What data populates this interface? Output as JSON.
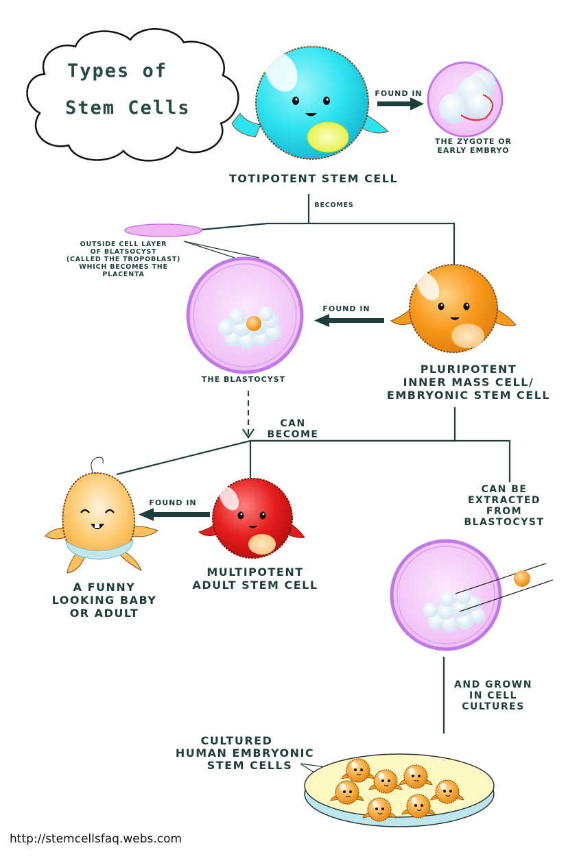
{
  "title": {
    "line1": "Types of",
    "line2": "Stem Cells"
  },
  "labels": {
    "totipotent": "TOTIPOTENT STEM CELL",
    "found_in_1": "FOUND IN",
    "zygote_1": "THE ZYGOTE OR",
    "zygote_2": "EARLY EMBRYO",
    "becomes": "BECOMES",
    "trophoblast_1": "OUTSIDE CELL LAYER",
    "trophoblast_2": "OF BLATSOCYST",
    "trophoblast_3": "(CALLED THE TROPOBLAST)",
    "trophoblast_4": "WHICH BECOMES THE",
    "trophoblast_5": "PLACENTA",
    "found_in_2": "FOUND IN",
    "blastocyst": "THE BLASTOCYST",
    "pluripotent_1": "PLURIPOTENT",
    "pluripotent_2": "INNER MASS CELL/",
    "pluripotent_3": "EMBRYONIC STEM CELL",
    "can_become_1": "CAN",
    "can_become_2": "BECOME",
    "found_in_3": "FOUND IN",
    "multipotent_1": "MULTIPOTENT",
    "multipotent_2": "ADULT STEM CELL",
    "baby_1": "A FUNNY",
    "baby_2": "LOOKING BABY",
    "baby_3": "OR ADULT",
    "extracted_1": "CAN BE",
    "extracted_2": "EXTRACTED",
    "extracted_3": "FROM",
    "extracted_4": "BLASTOCYST",
    "grown_1": "AND GROWN",
    "grown_2": "IN CELL",
    "grown_3": "CULTURES",
    "cultured_1": "CULTURED",
    "cultured_2": "HUMAN EMBRYONIC",
    "cultured_3": "STEM CELLS"
  },
  "footer": {
    "url": "http://stemcellsfaq.webs.com"
  },
  "colors": {
    "totipotent": "#2ee3f0",
    "pluripotent": "#f79a1c",
    "multipotent": "#e41d1d",
    "baby": "#fbc05c",
    "blastocyst": "#f3c9f7",
    "blastocyst_edge": "#c07ae6",
    "dish": "#fbf8c4",
    "dish_rim": "#bde7ef",
    "line": "#1e3d3b"
  },
  "icons": [
    "cloud-title-bubble",
    "zygote-icon",
    "blastocyst-icon",
    "pipette-icon",
    "petri-dish-icon",
    "baby-icon"
  ]
}
